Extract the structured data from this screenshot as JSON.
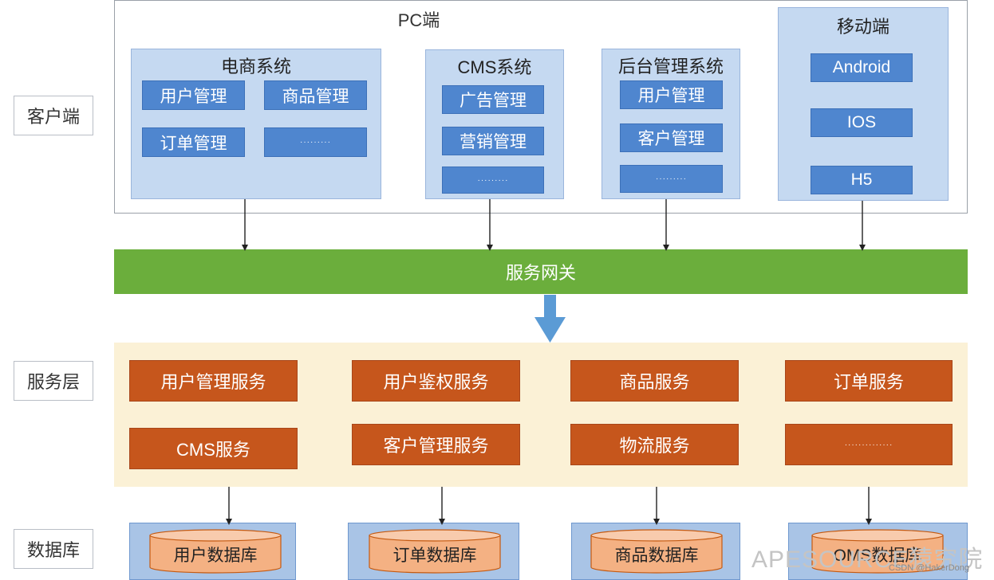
{
  "layers": {
    "client": "客户端",
    "service": "服务层",
    "database": "数据库"
  },
  "pc": {
    "title": "PC端",
    "ecommerce": {
      "title": "电商系统",
      "items": [
        "用户管理",
        "商品管理",
        "订单管理",
        "·········"
      ]
    },
    "cms": {
      "title": "CMS系统",
      "items": [
        "广告管理",
        "营销管理",
        "·········"
      ]
    },
    "admin": {
      "title": "后台管理系统",
      "items": [
        "用户管理",
        "客户管理",
        "·········"
      ]
    }
  },
  "mobile": {
    "title": "移动端",
    "items": [
      "Android",
      "IOS",
      "H5"
    ]
  },
  "gateway": {
    "label": "服务网关"
  },
  "services": [
    "用户管理服务",
    "用户鉴权服务",
    "商品服务",
    "订单服务",
    "CMS服务",
    "客户管理服务",
    "物流服务",
    "··············"
  ],
  "databases": [
    "用户数据库",
    "订单数据库",
    "商品数据库",
    "OMS数据库"
  ],
  "watermark": "APESOURCE猿究院",
  "credit": "CSDN @HakerDong",
  "colors": {
    "panel": "#c5d9f1",
    "button": "#4f86cf",
    "gateway": "#6bae3c",
    "service_bg": "#fbf1d6",
    "service": "#c6561c",
    "database": "#f4b183",
    "arrow": "#5b9bd5"
  }
}
